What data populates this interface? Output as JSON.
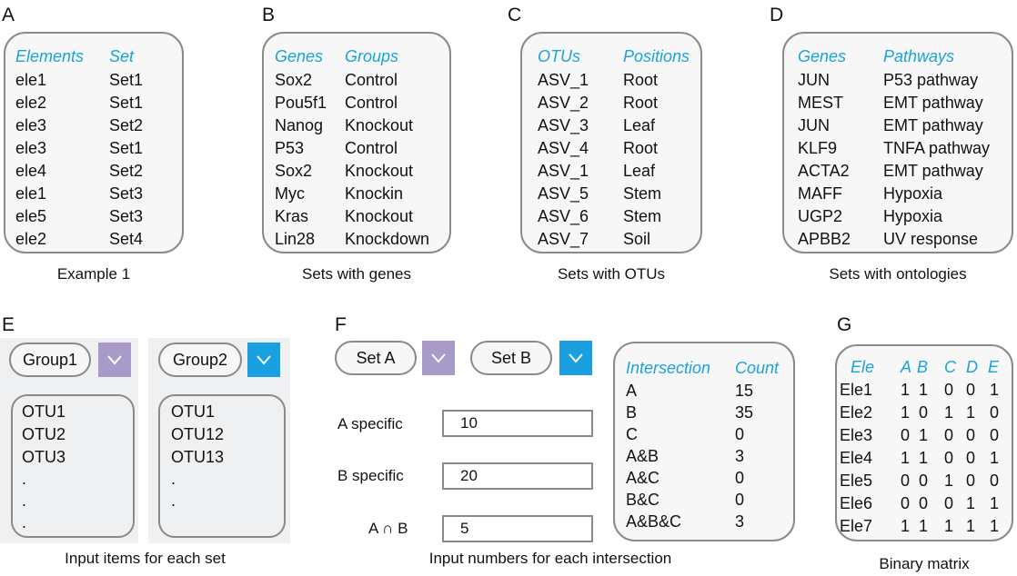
{
  "panel_letters": [
    "A",
    "B",
    "C",
    "D",
    "E",
    "F",
    "G"
  ],
  "colors": {
    "header_blue": "#1aa3d9",
    "purple": "#a99bc9",
    "blue": "#1a9fe0",
    "border": "#8a8a8a"
  },
  "panel_a": {
    "headers": [
      "Elements",
      "Set"
    ],
    "rows": [
      [
        "ele1",
        "Set1"
      ],
      [
        "ele2",
        "Set1"
      ],
      [
        "ele3",
        "Set2"
      ],
      [
        "ele3",
        "Set1"
      ],
      [
        "ele4",
        "Set2"
      ],
      [
        "ele1",
        "Set3"
      ],
      [
        "ele5",
        "Set3"
      ],
      [
        "ele2",
        "Set4"
      ]
    ],
    "caption": "Example 1"
  },
  "panel_b": {
    "headers": [
      "Genes",
      "Groups"
    ],
    "rows": [
      [
        "Sox2",
        "Control"
      ],
      [
        "Pou5f1",
        "Control"
      ],
      [
        "Nanog",
        "Knockout"
      ],
      [
        "P53",
        "Control"
      ],
      [
        "Sox2",
        "Knockout"
      ],
      [
        "Myc",
        "Knockin"
      ],
      [
        "Kras",
        "Knockout"
      ],
      [
        "Lin28",
        "Knockdown"
      ]
    ],
    "caption": "Sets with genes"
  },
  "panel_c": {
    "headers": [
      "OTUs",
      "Positions"
    ],
    "rows": [
      [
        "ASV_1",
        "Root"
      ],
      [
        "ASV_2",
        "Root"
      ],
      [
        "ASV_3",
        "Leaf"
      ],
      [
        "ASV_4",
        "Root"
      ],
      [
        "ASV_1",
        "Leaf"
      ],
      [
        "ASV_5",
        "Stem"
      ],
      [
        "ASV_6",
        "Stem"
      ],
      [
        "ASV_7",
        "Soil"
      ]
    ],
    "caption": "Sets with OTUs"
  },
  "panel_d": {
    "headers": [
      "Genes",
      "Pathways"
    ],
    "rows": [
      [
        "JUN",
        "P53 pathway"
      ],
      [
        "MEST",
        "EMT pathway"
      ],
      [
        "JUN",
        "EMT pathway"
      ],
      [
        "KLF9",
        "TNFA pathway"
      ],
      [
        "ACTA2",
        "EMT pathway"
      ],
      [
        "MAFF",
        "Hypoxia"
      ],
      [
        "UGP2",
        "Hypoxia"
      ],
      [
        "APBB2",
        "UV response"
      ]
    ],
    "caption": "Sets with ontologies"
  },
  "panel_e": {
    "group1": {
      "label": "Group1",
      "items": [
        "OTU1",
        "OTU2",
        "OTU3",
        ".",
        ".",
        "."
      ]
    },
    "group2": {
      "label": "Group2",
      "items": [
        "OTU1",
        "OTU12",
        "OTU13",
        ".",
        "."
      ]
    },
    "caption": "Input items for each set"
  },
  "panel_f": {
    "set_a_label": "Set A",
    "set_b_label": "Set B",
    "inputs": [
      {
        "label": "A specific",
        "value": "10"
      },
      {
        "label": "B specific",
        "value": "20"
      },
      {
        "label": "A ∩ B",
        "value": "5"
      }
    ],
    "table_headers": [
      "Intersection",
      "Count"
    ],
    "table_rows": [
      [
        "A",
        "15"
      ],
      [
        "B",
        "35"
      ],
      [
        "C",
        "0"
      ],
      [
        "A&B",
        "3"
      ],
      [
        "A&C",
        "0"
      ],
      [
        "B&C",
        "0"
      ],
      [
        "A&B&C",
        "3"
      ]
    ],
    "caption": "Input numbers for each intersection"
  },
  "panel_g": {
    "headers": [
      "Ele",
      "A",
      "B",
      "C",
      "D",
      "E"
    ],
    "rows": [
      [
        "Ele1",
        "1",
        "1",
        "0",
        "0",
        "1"
      ],
      [
        "Ele2",
        "1",
        "0",
        "1",
        "1",
        "0"
      ],
      [
        "Ele3",
        "0",
        "1",
        "0",
        "0",
        "0"
      ],
      [
        "Ele4",
        "1",
        "1",
        "0",
        "0",
        "1"
      ],
      [
        "Ele5",
        "0",
        "0",
        "1",
        "0",
        "0"
      ],
      [
        "Ele6",
        "0",
        "0",
        "0",
        "1",
        "1"
      ],
      [
        "Ele7",
        "1",
        "1",
        "1",
        "1",
        "1"
      ]
    ],
    "caption": "Binary matrix"
  }
}
